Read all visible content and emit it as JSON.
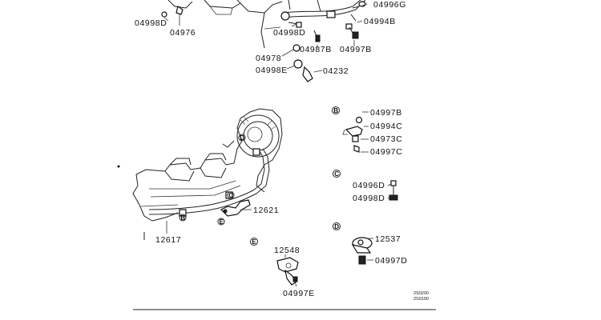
{
  "labels": {
    "l04998D_a": "04998D",
    "l04976": "04976",
    "l04998D_b": "04998D",
    "l04996G": "04996G",
    "l04994B": "04994B",
    "l04987B": "04987B",
    "l04997B_a": "04997B",
    "l04978": "04978",
    "l04998E": "04998E",
    "l04232": "04232",
    "l04997B_b": "04997B",
    "l04994C": "04994C",
    "l04973C": "04973C",
    "l04997C": "04997C",
    "l04996D": "04996D",
    "l04998D_c": "04998D",
    "l12537": "12537",
    "l04997D": "04997D",
    "l12621": "12621",
    "l12617": "12617",
    "l12548": "12548",
    "l04997E": "04997E"
  },
  "markers": {
    "B": "B",
    "C": "C",
    "D": "D",
    "E": "E"
  },
  "codes": {
    "code1": "2S0200",
    "code2": "2S0100"
  }
}
